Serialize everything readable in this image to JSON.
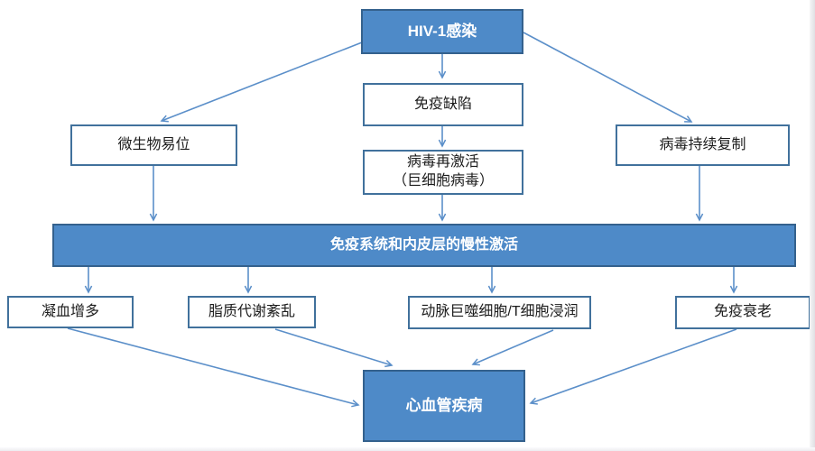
{
  "diagram": {
    "description": "Flowchart of HIV-1 infection pathways leading to cardiovascular disease",
    "colors": {
      "accent_fill": "#4e8ac8",
      "accent_border": "#34618d",
      "plain_border": "#41719c",
      "arrow": "#5b8fc9",
      "text_dark": "#1c1c1c",
      "text_light": "#ffffff",
      "background": "#ffffff"
    },
    "nodes": {
      "hiv": {
        "label": "HIV-1感染",
        "style": "accent"
      },
      "immune_deficiency": {
        "label": "免疫缺陷",
        "style": "plain"
      },
      "virus_reactivation": {
        "label_line1": "病毒再激活",
        "label_line2": "（巨细胞病毒）",
        "style": "plain"
      },
      "microbial_translocation": {
        "label": "微生物易位",
        "style": "plain"
      },
      "viral_replication": {
        "label": "病毒持续复制",
        "style": "plain"
      },
      "chronic_activation": {
        "label": "免疫系统和内皮层的慢性激活",
        "style": "accent"
      },
      "hypercoagulation": {
        "label": "凝血增多",
        "style": "plain"
      },
      "lipid_disorder": {
        "label": "脂质代谢紊乱",
        "style": "plain"
      },
      "artery_infiltration": {
        "label": "动脉巨噬细胞/T细胞浸润",
        "style": "plain"
      },
      "immunosenescence": {
        "label": "免疫衰老",
        "style": "plain"
      },
      "cvd": {
        "label": "心血管疾病",
        "style": "accent"
      }
    },
    "edges": [
      {
        "from": "hiv",
        "to": "immune_deficiency"
      },
      {
        "from": "hiv",
        "to": "microbial_translocation"
      },
      {
        "from": "hiv",
        "to": "viral_replication"
      },
      {
        "from": "immune_deficiency",
        "to": "virus_reactivation"
      },
      {
        "from": "virus_reactivation",
        "to": "chronic_activation"
      },
      {
        "from": "microbial_translocation",
        "to": "chronic_activation"
      },
      {
        "from": "viral_replication",
        "to": "chronic_activation"
      },
      {
        "from": "chronic_activation",
        "to": "hypercoagulation"
      },
      {
        "from": "chronic_activation",
        "to": "lipid_disorder"
      },
      {
        "from": "chronic_activation",
        "to": "artery_infiltration"
      },
      {
        "from": "chronic_activation",
        "to": "immunosenescence"
      },
      {
        "from": "hypercoagulation",
        "to": "cvd"
      },
      {
        "from": "lipid_disorder",
        "to": "cvd"
      },
      {
        "from": "artery_infiltration",
        "to": "cvd"
      },
      {
        "from": "immunosenescence",
        "to": "cvd"
      }
    ]
  }
}
